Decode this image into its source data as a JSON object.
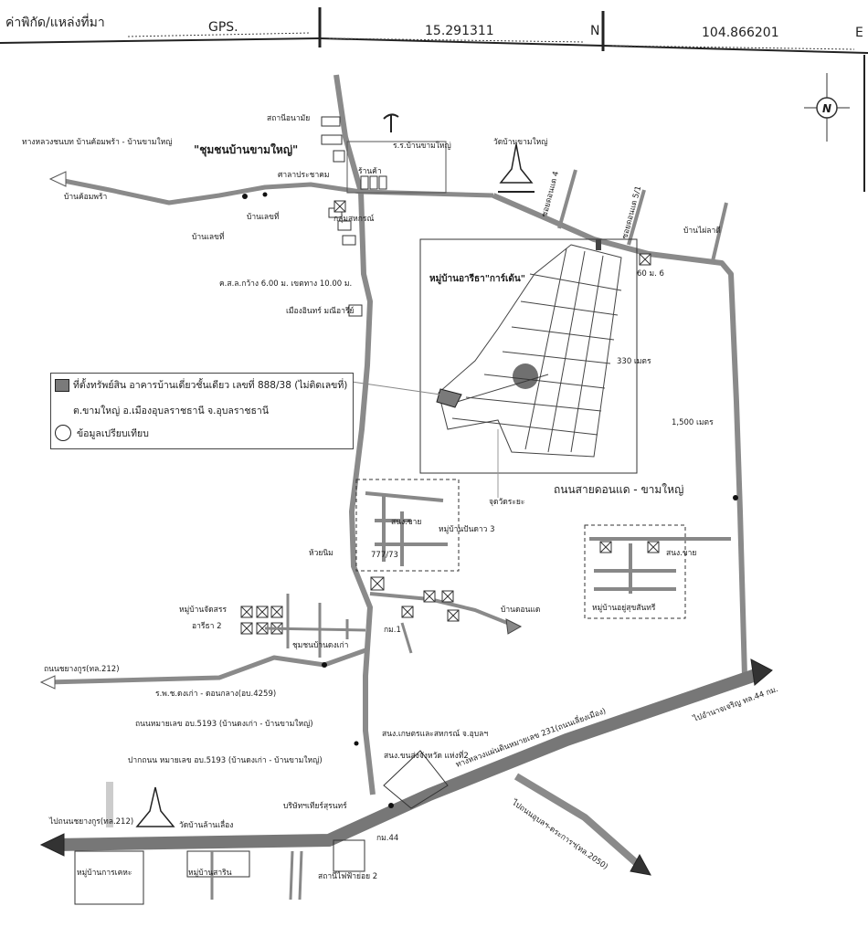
{
  "header": {
    "coord_label": "ค่าพิกัด/แหล่งที่มา",
    "source": "GPS.",
    "lat": "15.291311",
    "lat_dir": "N",
    "lon": "104.866201",
    "lon_dir": "E"
  },
  "compass": "N",
  "labels": {
    "community_title": "\"ชุมชนบ้านขามใหญ่\"",
    "rural_road": "ทางหลวงชนบท บ้านค้อมพร้า - บ้านขามใหญ่",
    "ban_khom_phra": "บ้านค้อมพร้า",
    "health_station": "สถานีอนามัย",
    "school": "ร.ร.บ้านขามใหญ่",
    "wat_kham_yai": "วัดบ้านขามใหญ่",
    "sala": "ศาลาประชาคม",
    "shops": "ร้านค้า",
    "coop": "กลุ่มสหกรณ์",
    "ban_num_1": "บ้านเลขที่",
    "ban_num_2": "บ้านเลขที่",
    "road_spec": "ค.ส.ล.กว้าง 6.00 ม. เขตทาง 10.00 ม.",
    "muang_label": "เมืองอินทร์ มณีอารีย์",
    "soi_4": "ซอยดอนแด 4",
    "soi_5_1": "ซอยดอนแด 5/1",
    "ban_phai_ree": "บ้านไผ่ลาดี",
    "no_6": "60 ม. 6",
    "village_arisa": "หมู่บ้านอารีธา\"การ์เด้น\"",
    "dist_330": "330 เมตร",
    "dist_1500": "1,500 เมตร",
    "measure_point": "จุดวัดระยะ",
    "road_donkae": "ถนนสายดอนแด - ขามใหญ่",
    "village_pun": "หมู่บ้านปันดาว 3",
    "shop_1": "สนง.ขาย",
    "shop_2": "สนง.ขาย",
    "huay": "ห้วยนิม",
    "plot": "777/73",
    "ban_donkae": "บ้านดอนแด",
    "village_jat": "หมู่บ้านจัดสรร",
    "arisa_2": "อารีธา 2",
    "community_donkao": "ชุมชนบ้านดงเก่า",
    "km1": "กม.1",
    "village_sukhumvit": "หมู่บ้านอยู่สุขสันทรี",
    "road_212_top": "ถนนชยางกูร(ทล.212)",
    "road_4259": "ร.พ.ช.ดงเก่า - ดอนกลาง(อบ.4259)",
    "road_5193": "ถนนหมายเลข อบ.5193 (บ้านดงเก่า - บ้านขามใหญ่)",
    "road_5193_start": "ปากถนน หมายเลข อบ.5193 (บ้านดงเก่า - บ้านขามใหญ่)",
    "agri_office": "สนง.เกษตรและสหกรณ์ จ.อุบลฯ",
    "highway_office": "สนง.ขนส่งจังหวัด แห่งที่2",
    "highway_231": "ทางหลวงแผ่นดินหมายเลข 231(ถนนเลี่ยงเมือง)",
    "to_amnat": "ไปอำนาจเจริญ ทล.44 กม.",
    "company": "บริษัทฯเทียร์สุรนทร์",
    "to_212": "ไปถนนชยางกูร(ทล.212)",
    "wat_lao": "วัดบ้านล้านเลื่อง",
    "km44": "กม.44",
    "village_karakade": "หมู่บ้านการเคหะ",
    "village_saran": "หมู่บ้านสาริน",
    "station_2": "สถานีไฟฟ้าย่อย 2",
    "to_ubon": "ไปถนนอุบลฯ-ตระการฯ(ทล.2050)"
  },
  "legend": {
    "row1": "ที่ตั้งทรัพย์สิน อาคารบ้านเดี่ยวชั้นเดียว เลขที่ 888/38 (ไม่ติดเลขที่)",
    "row2": "ต.ขามใหญ่ อ.เมืองอุบลราชธานี จ.อุบลราชธานี",
    "row3": "ข้อมูลเปรียบเทียบ"
  },
  "colors": {
    "road_gray": "#8a8a8a",
    "main_road": "#6e6e6e",
    "subject_fill": "#7a7a7a"
  }
}
